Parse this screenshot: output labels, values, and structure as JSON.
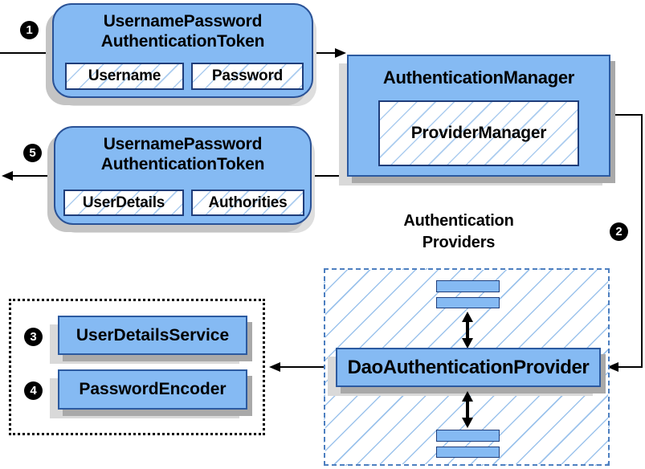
{
  "badges": {
    "step1": "1",
    "step2": "2",
    "step3": "3",
    "step4": "4",
    "step5": "5"
  },
  "nodes": {
    "request_token": {
      "title_line1": "UsernamePassword",
      "title_line2": "AuthenticationToken",
      "fields": [
        "Username",
        "Password"
      ]
    },
    "authentication_manager": {
      "title": "AuthenticationManager",
      "inner": "ProviderManager"
    },
    "response_token": {
      "title_line1": "UsernamePassword",
      "title_line2": "AuthenticationToken",
      "fields": [
        "UserDetails",
        "Authorities"
      ]
    },
    "authentication_providers": {
      "label_line1": "Authentication",
      "label_line2": "Providers",
      "provider": "DaoAuthenticationProvider"
    },
    "services": {
      "user_details_service": "UserDetailsService",
      "password_encoder": "PasswordEncoder"
    }
  },
  "colors": {
    "node_fill": "#85baf3",
    "node_border_dark": "#1f3d7a",
    "node_border_medium": "#2c5aa0",
    "hatch_line": "#abccef",
    "dashed_frame_border": "#4d7fc0",
    "dotted_frame_border": "#000000",
    "shadow_dark": "#a9a9a9",
    "shadow_light": "#d9d9d9",
    "connector": "#000000",
    "badge_bg": "#000000",
    "badge_text": "#ffffff"
  }
}
